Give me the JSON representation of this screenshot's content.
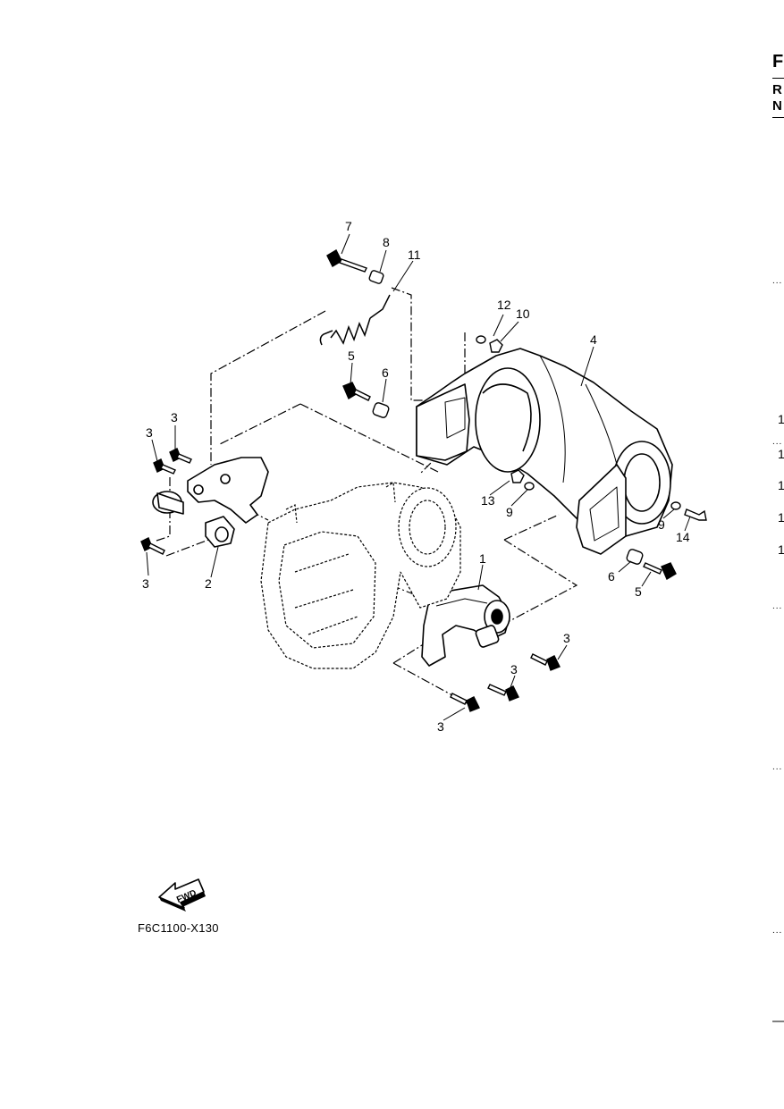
{
  "diagram": {
    "callouts": {
      "c1": "1",
      "c2": "2",
      "c3a": "3",
      "c3b": "3",
      "c3c": "3",
      "c3d": "3",
      "c3e": "3",
      "c3f": "3",
      "c4": "4",
      "c5a": "5",
      "c5b": "5",
      "c6a": "6",
      "c6b": "6",
      "c7": "7",
      "c8": "8",
      "c9a": "9",
      "c9b": "9",
      "c10": "10",
      "c11": "11",
      "c12": "12",
      "c13": "13",
      "c14": "14"
    },
    "fwd_label": "FWD",
    "figure_code": "F6C1100-X130"
  },
  "edge_fragments": {
    "header_f": "F",
    "header_r": "R",
    "header_n": "N",
    "nums": [
      "1",
      "1",
      "1",
      "1",
      "1"
    ],
    "dots": [
      "...",
      "...",
      "...",
      "...",
      "...",
      "..."
    ],
    "bottom_dash": "—"
  }
}
